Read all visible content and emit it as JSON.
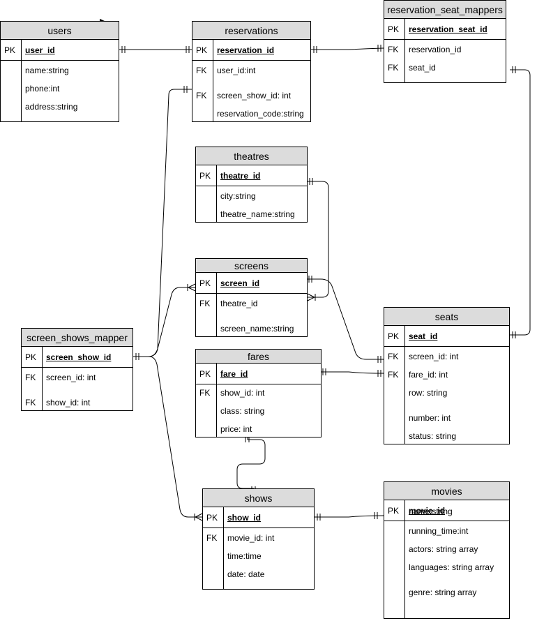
{
  "entities": {
    "users": {
      "title": "users",
      "pk": {
        "key": "PK",
        "name": "user_id"
      },
      "fields": [
        {
          "key": "",
          "name": "name:string"
        },
        {
          "key": "",
          "name": "phone:int"
        },
        {
          "key": "",
          "name": "address:string"
        }
      ]
    },
    "reservations": {
      "title": "reservations",
      "pk": {
        "key": "PK",
        "name": "reservation_id"
      },
      "fields": [
        {
          "key": "FK",
          "name": "user_id:int"
        },
        {
          "key": "FK",
          "name": "screen_show_id: int"
        },
        {
          "key": "",
          "name": "reservation_code:string"
        }
      ]
    },
    "reservation_seat_mappers": {
      "title": "reservation_seat_mappers",
      "pk": {
        "key": "PK",
        "name": "reservation_seat_id"
      },
      "fields": [
        {
          "key": "FK",
          "name": "reservation_id"
        },
        {
          "key": "FK",
          "name": "seat_id"
        }
      ]
    },
    "theatres": {
      "title": "theatres",
      "pk": {
        "key": "PK",
        "name": "theatre_id"
      },
      "fields": [
        {
          "key": "",
          "name": "city:string"
        },
        {
          "key": "",
          "name": "theatre_name:string"
        }
      ]
    },
    "screens": {
      "title": "screens",
      "pk": {
        "key": "PK",
        "name": "screen_id"
      },
      "fields": [
        {
          "key": "FK",
          "name": "theatre_id"
        },
        {
          "key": "",
          "name": "screen_name:string"
        }
      ]
    },
    "screen_shows_mapper": {
      "title": "screen_shows_mapper",
      "pk": {
        "key": "PK",
        "name": "screen_show_id"
      },
      "fields": [
        {
          "key": "FK",
          "name": "screen_id: int"
        },
        {
          "key": "FK",
          "name": "show_id: int"
        }
      ]
    },
    "fares": {
      "title": "fares",
      "pk": {
        "key": "PK",
        "name": "fare_id"
      },
      "fields": [
        {
          "key": "FK",
          "name": "show_id: int"
        },
        {
          "key": "",
          "name": "class: string"
        },
        {
          "key": "",
          "name": "price: int"
        }
      ]
    },
    "seats": {
      "title": "seats",
      "pk": {
        "key": "PK",
        "name": "seat_id"
      },
      "fields": [
        {
          "key": "FK",
          "name": "screen_id: int"
        },
        {
          "key": "FK",
          "name": "fare_id: int"
        },
        {
          "key": "",
          "name": "row: string"
        },
        {
          "key": "",
          "name": "number: int"
        },
        {
          "key": "",
          "name": "status: string"
        }
      ]
    },
    "shows": {
      "title": "shows",
      "pk": {
        "key": "PK",
        "name": "show_id"
      },
      "fields": [
        {
          "key": "FK",
          "name": "movie_id:  int"
        },
        {
          "key": "",
          "name": "time:time"
        },
        {
          "key": "",
          "name": "date: date"
        }
      ]
    },
    "movies": {
      "title": "movies",
      "pk": {
        "key": "PK",
        "name": "movie_id"
      },
      "fields": [
        {
          "key": "",
          "name": "name:string"
        },
        {
          "key": "",
          "name": "running_time:int"
        },
        {
          "key": "",
          "name": "actors: string array"
        },
        {
          "key": "",
          "name": "languages: string array"
        },
        {
          "key": "",
          "name": "genre: string array"
        }
      ]
    }
  },
  "relationships": [
    {
      "from": "users",
      "to": "reservations",
      "cardinality": "one-to-one"
    },
    {
      "from": "reservations",
      "to": "reservation_seat_mappers",
      "cardinality": "one-to-one"
    },
    {
      "from": "reservation_seat_mappers",
      "to": "seats",
      "cardinality": "one-to-one"
    },
    {
      "from": "reservations",
      "to": "screen_shows_mapper",
      "cardinality": "one-to-one"
    },
    {
      "from": "theatres",
      "to": "screens",
      "cardinality": "one-to-many"
    },
    {
      "from": "screen_shows_mapper",
      "to": "screens",
      "cardinality": "one-to-many"
    },
    {
      "from": "screens",
      "to": "seats",
      "cardinality": "one-to-one"
    },
    {
      "from": "fares",
      "to": "seats",
      "cardinality": "one-to-one"
    },
    {
      "from": "screen_shows_mapper",
      "to": "shows",
      "cardinality": "one-to-many"
    },
    {
      "from": "fares",
      "to": "shows",
      "cardinality": "one-to-one"
    },
    {
      "from": "shows",
      "to": "movies",
      "cardinality": "one-to-one"
    }
  ]
}
